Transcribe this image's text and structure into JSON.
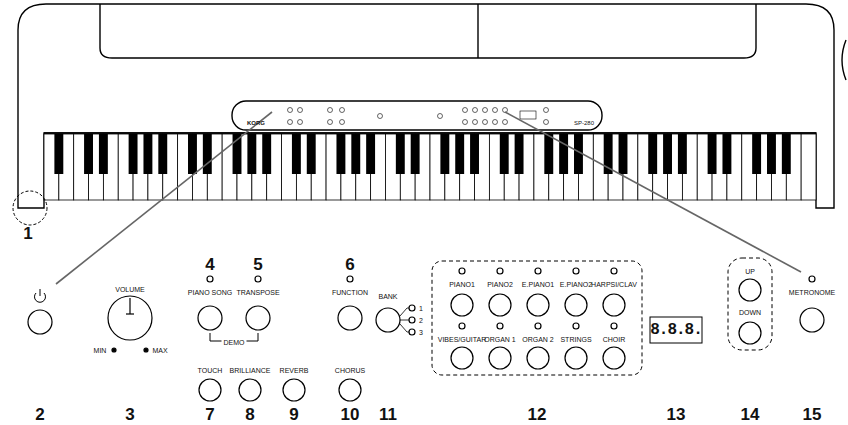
{
  "diagram": {
    "labels": [
      "1",
      "2",
      "VOLUME",
      "MIN",
      "MAX",
      "3",
      "PIANO SONG",
      "TRANSPOSE",
      "DEMO",
      "4",
      "5",
      "FUNCTION",
      "6",
      "TOUCH",
      "BRILLIANCE",
      "REVERB",
      "CHORUS",
      "7",
      "8",
      "9",
      "10",
      "BANK",
      "1",
      "2",
      "3",
      "11",
      "PIANO1",
      "PIANO2",
      "E.PIANO1",
      "E.PIANO2",
      "HARPSI/CLAV",
      "VIBES/GUITAR",
      "ORGAN 1",
      "ORGAN 2",
      "STRINGS",
      "CHOIR",
      "12",
      "8.8.8.",
      "13",
      "UP",
      "DOWN",
      "14",
      "METRONOME",
      "15",
      "KORG",
      "SP-280"
    ]
  }
}
